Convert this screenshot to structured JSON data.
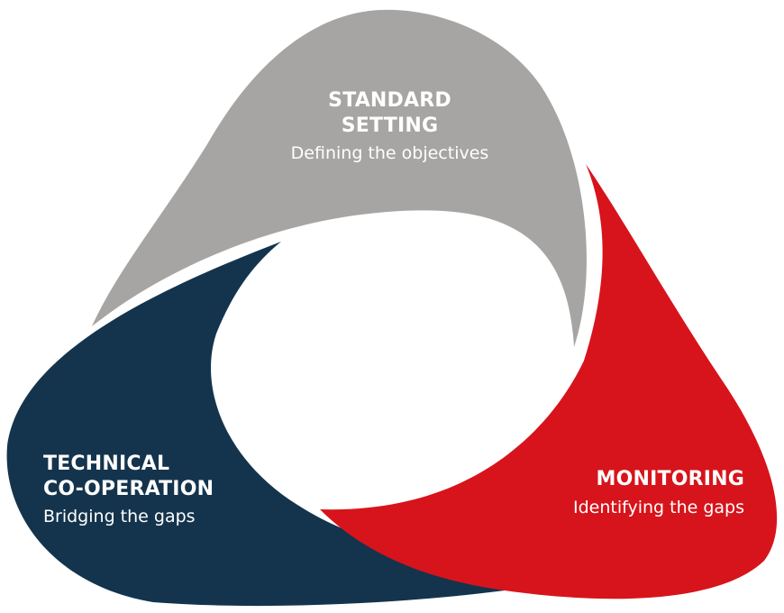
{
  "segments": {
    "standard_setting": {
      "title_line1": "STANDARD",
      "title_line2": "SETTING",
      "subtitle": "Defining the objectives",
      "color": "#a7a5a3"
    },
    "technical_cooperation": {
      "title_line1": "TECHNICAL",
      "title_line2": "CO-OPERATION",
      "subtitle": "Bridging the gaps",
      "color": "#14344d"
    },
    "monitoring": {
      "title": "MONITORING",
      "subtitle": "Identifying the gaps",
      "color": "#d7141b"
    }
  }
}
